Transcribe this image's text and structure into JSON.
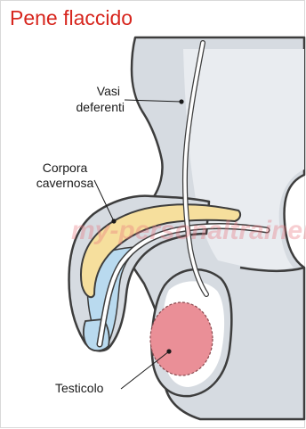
{
  "title": "Pene flaccido",
  "labels": {
    "vasi_line1": "Vasi",
    "vasi_line2": "deferenti",
    "corpora_line1": "Corpora",
    "corpora_line2": "cavernosa",
    "testicolo": "Testicolo"
  },
  "watermark": "my-personaltrainer",
  "colors": {
    "title": "#d7261e",
    "body": "#d6dbe1",
    "body_light": "#e9ecf0",
    "outline": "#3d3d3d",
    "corpora": "#f6df9d",
    "spongiosum": "#b9daef",
    "testicle": "#ea8f97",
    "duct": "#ffffff"
  }
}
